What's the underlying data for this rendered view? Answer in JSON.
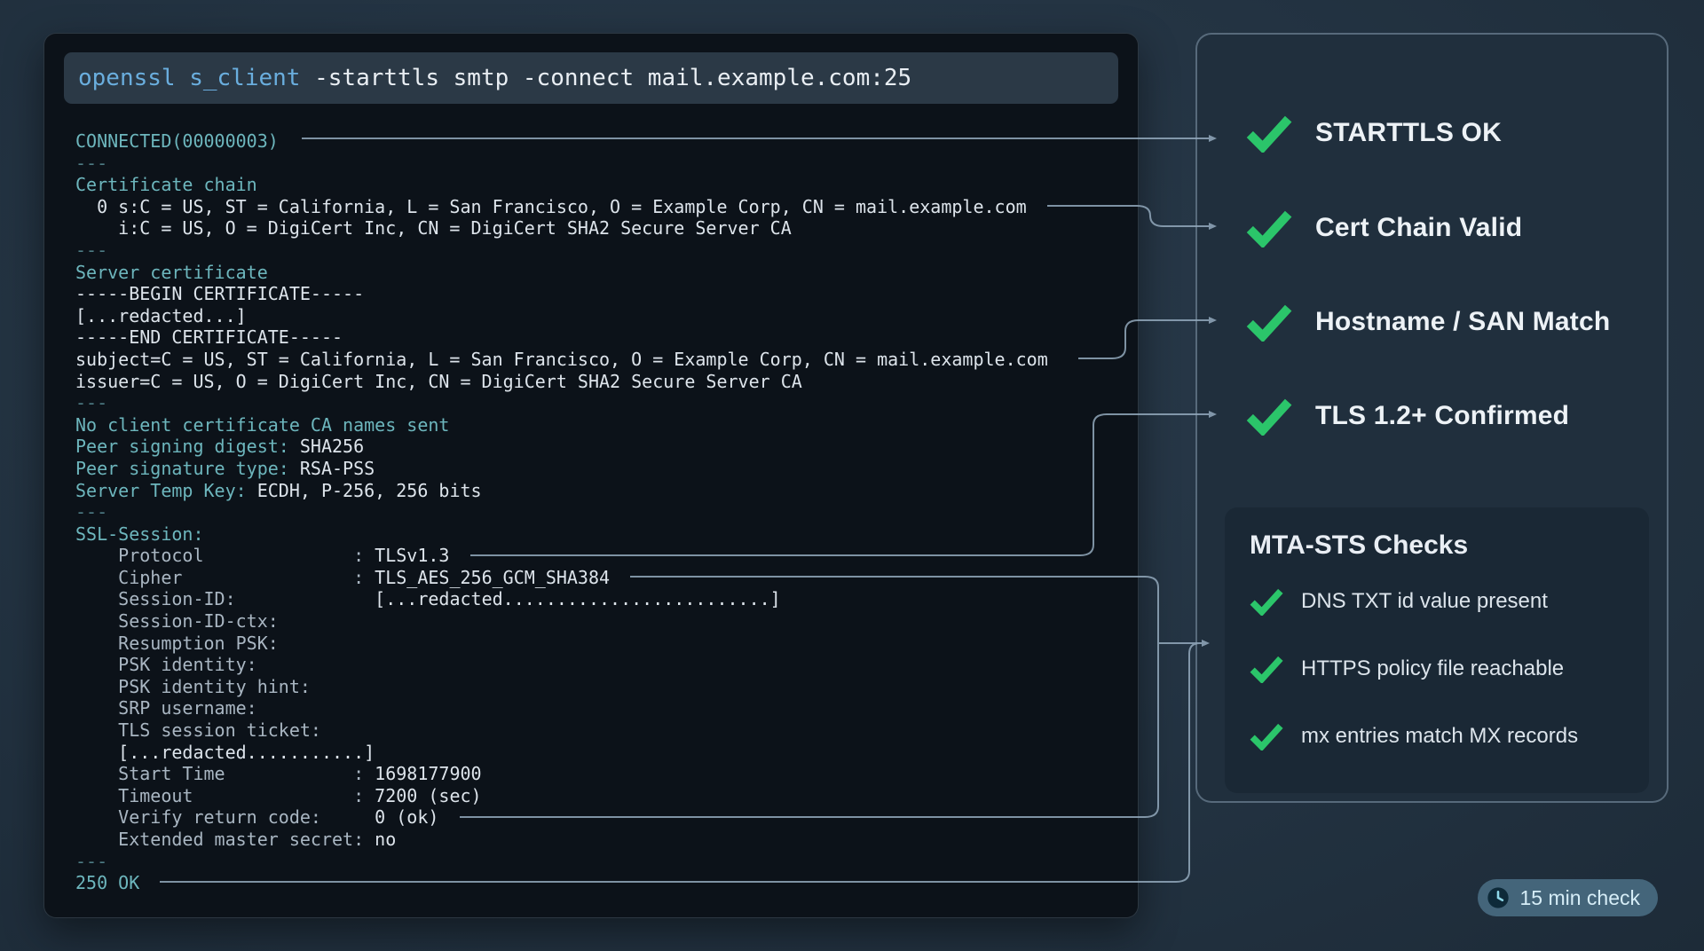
{
  "terminal": {
    "command": {
      "highlight": "openssl s_client",
      "rest": " -starttls smtp -connect mail.example.com:25"
    },
    "lines": [
      [
        {
          "t": "CONNECTED(00000003)",
          "c": "teal"
        }
      ],
      [
        {
          "t": "---",
          "c": "dim"
        }
      ],
      [
        {
          "t": "Certificate chain",
          "c": "teal"
        }
      ],
      [
        {
          "t": "  0 s:C = US, ST = California, L = San Francisco, O = Example Corp, CN = mail.example.com",
          "c": "white"
        }
      ],
      [
        {
          "t": "    i:C = US, O = DigiCert Inc, CN = DigiCert SHA2 Secure Server CA",
          "c": "white"
        }
      ],
      [
        {
          "t": "---",
          "c": "dim"
        }
      ],
      [
        {
          "t": "Server certificate",
          "c": "teal"
        }
      ],
      [
        {
          "t": "-----BEGIN CERTIFICATE-----",
          "c": "white"
        }
      ],
      [
        {
          "t": "[...redacted...]",
          "c": "white"
        }
      ],
      [
        {
          "t": "-----END CERTIFICATE-----",
          "c": "white"
        }
      ],
      [
        {
          "t": "subject=C = US, ST = California, L = San Francisco, O = Example Corp, CN = mail.example.com",
          "c": "white"
        }
      ],
      [
        {
          "t": "issuer=C = US, O = DigiCert Inc, CN = DigiCert SHA2 Secure Server CA",
          "c": "white"
        }
      ],
      [
        {
          "t": "---",
          "c": "dim"
        }
      ],
      [
        {
          "t": "No client certificate CA names sent",
          "c": "teal"
        }
      ],
      [
        {
          "t": "Peer signing digest: ",
          "c": "teal"
        },
        {
          "t": "SHA256",
          "c": "white"
        }
      ],
      [
        {
          "t": "Peer signature type: ",
          "c": "teal"
        },
        {
          "t": "RSA-PSS",
          "c": "white"
        }
      ],
      [
        {
          "t": "Server Temp Key: ",
          "c": "teal"
        },
        {
          "t": "ECDH, P-256, 256 bits",
          "c": "white"
        }
      ],
      [
        {
          "t": "---",
          "c": "dim"
        }
      ],
      [
        {
          "t": "SSL-Session:",
          "c": "teal"
        }
      ],
      [
        {
          "t": "    Protocol              : ",
          "c": "gray"
        },
        {
          "t": "TLSv1.3",
          "c": "white"
        }
      ],
      [
        {
          "t": "    Cipher                : ",
          "c": "gray"
        },
        {
          "t": "TLS_AES_256_GCM_SHA384",
          "c": "white"
        }
      ],
      [
        {
          "t": "    Session-ID:             ",
          "c": "gray"
        },
        {
          "t": "[...redacted.........................]",
          "c": "white"
        }
      ],
      [
        {
          "t": "    Session-ID-ctx:",
          "c": "gray"
        }
      ],
      [
        {
          "t": "    Resumption PSK:",
          "c": "gray"
        }
      ],
      [
        {
          "t": "    PSK identity:",
          "c": "gray"
        }
      ],
      [
        {
          "t": "    PSK identity hint:",
          "c": "gray"
        }
      ],
      [
        {
          "t": "    SRP username:",
          "c": "gray"
        }
      ],
      [
        {
          "t": "    TLS session ticket:",
          "c": "gray"
        }
      ],
      [
        {
          "t": "    [...redacted...........]",
          "c": "white"
        }
      ],
      [
        {
          "t": "    Start Time            : ",
          "c": "gray"
        },
        {
          "t": "1698177900",
          "c": "white"
        }
      ],
      [
        {
          "t": "    Timeout               : ",
          "c": "gray"
        },
        {
          "t": "7200 (sec)",
          "c": "white"
        }
      ],
      [
        {
          "t": "    Verify return code:     ",
          "c": "gray"
        },
        {
          "t": "0 (ok)",
          "c": "white"
        }
      ],
      [
        {
          "t": "    Extended master secret: ",
          "c": "gray"
        },
        {
          "t": "no",
          "c": "white"
        }
      ],
      [
        {
          "t": "---",
          "c": "dim"
        }
      ],
      [
        {
          "t": "250 OK",
          "c": "teal"
        }
      ]
    ]
  },
  "right_panel": {
    "checks": [
      {
        "label": "STARTTLS OK"
      },
      {
        "label": "Cert Chain Valid"
      },
      {
        "label": "Hostname / SAN Match"
      },
      {
        "label": "TLS 1.2+ Confirmed"
      }
    ],
    "mta_sts": {
      "title": "MTA-STS Checks",
      "items": [
        {
          "label": "DNS TXT id value present"
        },
        {
          "label": "HTTPS policy file reachable"
        },
        {
          "label": "mx entries match MX records"
        }
      ]
    }
  },
  "badge": {
    "label": "15 min check",
    "icon": "clock-icon"
  },
  "colors": {
    "check_green": "#2bc56a",
    "terminal_teal": "#6db6bd",
    "command_blue": "#6aaede",
    "connector": "#93a9bc"
  }
}
